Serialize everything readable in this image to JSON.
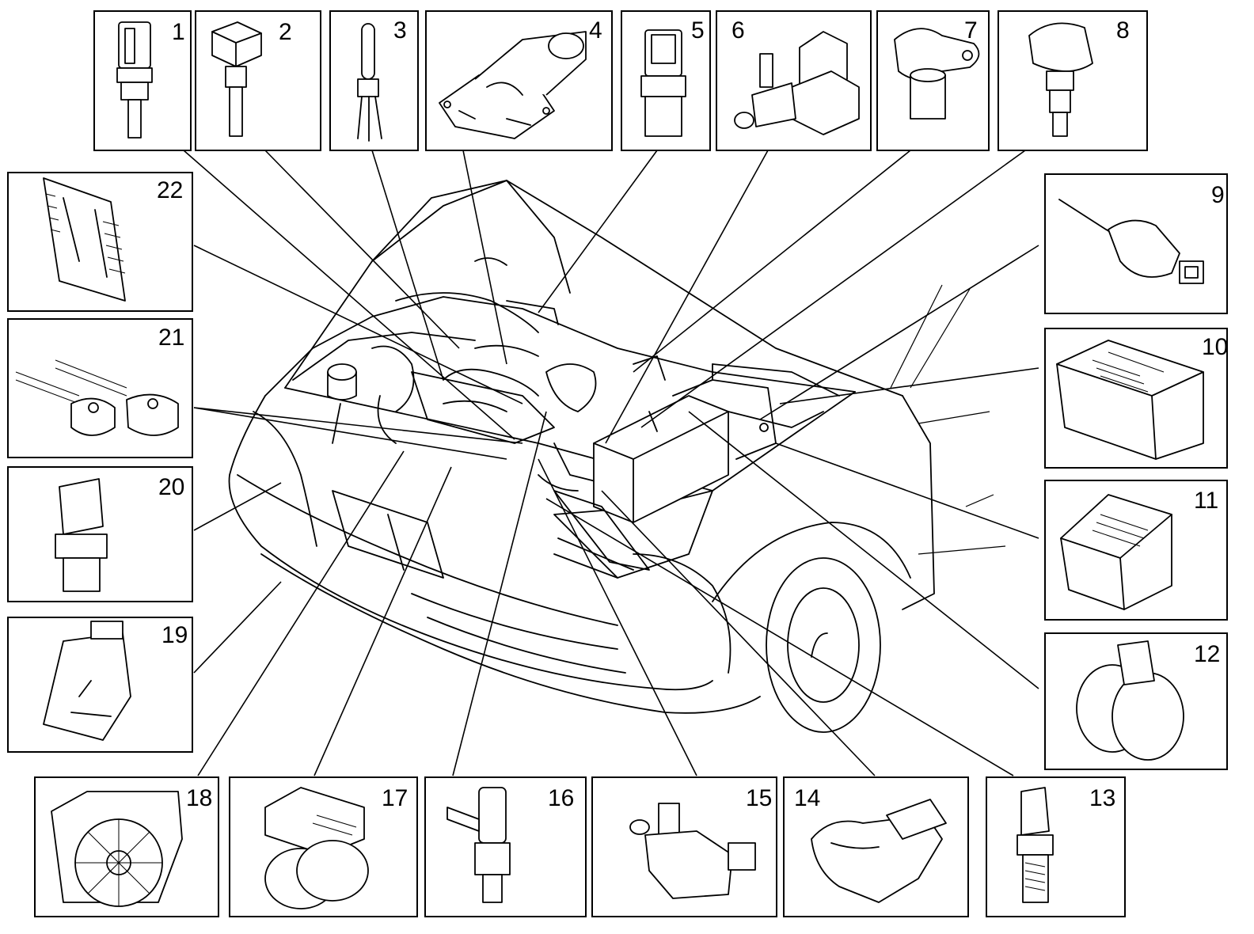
{
  "diagram": {
    "components": [
      {
        "id": "component-1",
        "number": "1"
      },
      {
        "id": "component-2",
        "number": "2"
      },
      {
        "id": "component-3",
        "number": "3"
      },
      {
        "id": "component-4",
        "number": "4"
      },
      {
        "id": "component-5",
        "number": "5"
      },
      {
        "id": "component-6",
        "number": "6"
      },
      {
        "id": "component-7",
        "number": "7"
      },
      {
        "id": "component-8",
        "number": "8"
      },
      {
        "id": "component-9",
        "number": "9"
      },
      {
        "id": "component-10",
        "number": "10"
      },
      {
        "id": "component-11",
        "number": "11"
      },
      {
        "id": "component-12",
        "number": "12"
      },
      {
        "id": "component-13",
        "number": "13"
      },
      {
        "id": "component-14",
        "number": "14"
      },
      {
        "id": "component-15",
        "number": "15"
      },
      {
        "id": "component-16",
        "number": "16"
      },
      {
        "id": "component-17",
        "number": "17"
      },
      {
        "id": "component-18",
        "number": "18"
      },
      {
        "id": "component-19",
        "number": "19"
      },
      {
        "id": "component-20",
        "number": "20"
      },
      {
        "id": "component-21",
        "number": "21"
      },
      {
        "id": "component-22",
        "number": "22"
      }
    ],
    "colors": {
      "ink": "#000000",
      "background": "#ffffff"
    }
  }
}
